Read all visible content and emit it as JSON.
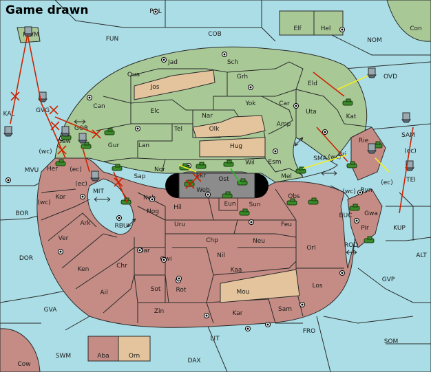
{
  "status": {
    "title": "Game drawn"
  },
  "territories": {
    "sea": [
      "POL",
      "FUN",
      "COB",
      "NOM",
      "OVD",
      "MVU",
      "BOR",
      "DOR",
      "GVA",
      "SWM",
      "LIT",
      "DAX",
      "FRO",
      "SOM",
      "GVP",
      "ALT",
      "KUP",
      "ROD",
      "BUC",
      "MIT",
      "RBU",
      "SMA",
      "GOR"
    ],
    "green": [
      "Jad",
      "Sch",
      "Qua",
      "Jos",
      "Grh",
      "Eld",
      "Can",
      "Elc",
      "Nar",
      "Yok",
      "Car",
      "Kat",
      "Gur",
      "Tel",
      "Olk",
      "Amp",
      "Uta",
      "Lan",
      "Hug",
      "Bri",
      "Nor",
      "Wil",
      "Esm",
      "Sap",
      "Mel",
      "Elf",
      "Hel",
      "Con",
      "NWM",
      "KAL",
      "GVG",
      "Gaw"
    ],
    "pink": [
      "Her",
      "Kor",
      "Ark",
      "Ver",
      "Ken",
      "Chr",
      "Ail",
      "Nab",
      "Nog",
      "Hil",
      "Uru",
      "Bar",
      "Qwi",
      "Chp",
      "Nil",
      "Neu",
      "Feu",
      "Orl",
      "Kaa",
      "Sot",
      "Rot",
      "Mou",
      "Zin",
      "Kar",
      "Sam",
      "Los",
      "Obs",
      "Sun",
      "Eun",
      "Web",
      "Byn",
      "Rie",
      "Gwa",
      "Pir",
      "SAM",
      "TEI",
      "Aba",
      "Orn",
      "Cow"
    ],
    "neutral": [
      "Ost",
      "Ekr"
    ]
  },
  "coast_labels": [
    "(wc)",
    "(ec)",
    "(ec)",
    "(wc)",
    "(wc)",
    "(ec)",
    "(wc)",
    "(ec)"
  ],
  "colors": {
    "sea": "#aadde6",
    "player_green": "#a8c896",
    "player_pink": "#c48c84",
    "neutral_tan": "#e4c49c",
    "grey": "#8c8c8c",
    "order_move": "#cc2200",
    "order_support": "#f4ee20",
    "order_convoy": "#22bb22"
  },
  "icons": [
    "supply-center-icon",
    "army-unit-icon",
    "fleet-unit-icon",
    "move-arrow-icon",
    "failed-order-cross-icon"
  ]
}
